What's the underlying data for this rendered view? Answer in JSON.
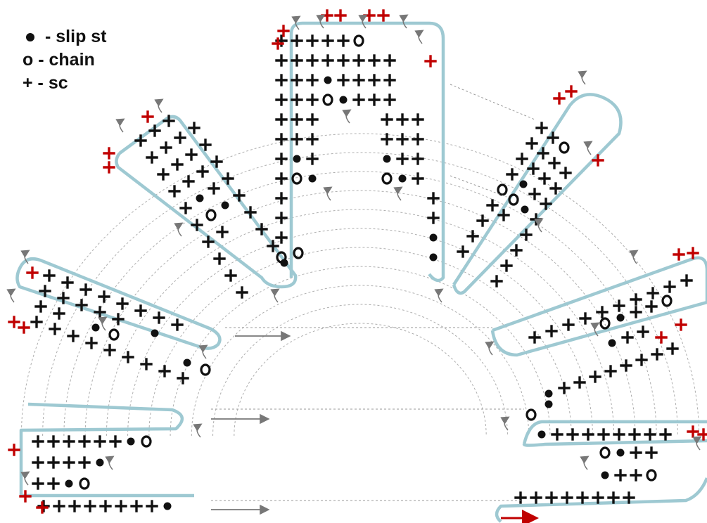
{
  "legend": [
    {
      "symbol": "slip-stitch",
      "text": "- slip st"
    },
    {
      "symbol": "chain",
      "text": "o - chain"
    },
    {
      "symbol": "single-crochet",
      "text": "+ - sc"
    }
  ],
  "colors": {
    "outline": "#9ec9d2",
    "stitch": "#111111",
    "increase": "#c00000",
    "guide": "#9a9a9a",
    "turn-arrow": "#777777",
    "start-arrow": "#c00000"
  },
  "stitch_rows": [
    "+ + + + + o",
    "+ + + + + + + +",
    "+ + + • + + + +",
    "+ + + o • + + +",
    "+ + + + + +",
    "+ + + + + +",
    "+ • + • + +",
    "+ o • o • +",
    "+ +",
    "+ +",
    "+ •",
    "o •"
  ]
}
